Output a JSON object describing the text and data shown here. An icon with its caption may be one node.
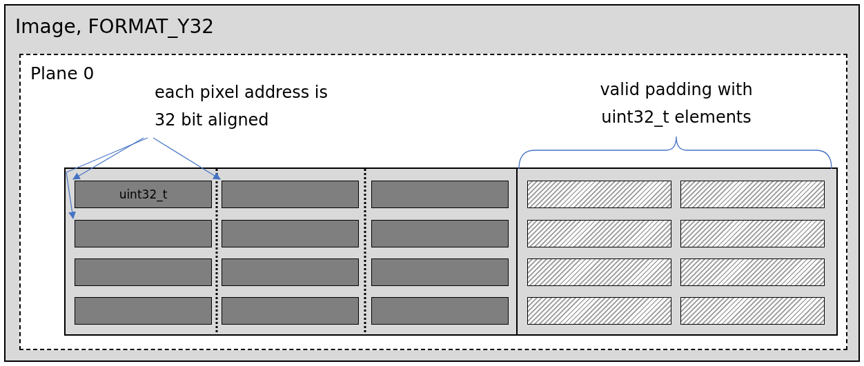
{
  "diagram": {
    "nodes": [
      {
        "text": [
          "Image, FORMAT_Y32"
        ]
      },
      {
        "text": [
          "Plane 0"
        ],
        "in": 0
      },
      {
        "text": [
          "each pixel address is 32 bit aligned"
        ],
        "in": 1
      },
      {
        "text": [],
        "shape": "box",
        "in": 1
      },
      {
        "text": [
          "uint32_t"
        ],
        "in": 3
      },
      {
        "text": [],
        "shape": "box",
        "in": 3
      },
      {
        "text": [],
        "shape": "box",
        "in": 3
      },
      {
        "text": [],
        "shape": "box",
        "in": 3
      },
      {
        "text": [],
        "shape": "box",
        "in": 3
      },
      {
        "text": [],
        "shape": "box",
        "in": 3
      },
      {
        "text": [],
        "shape": "box",
        "in": 3
      },
      {
        "text": [],
        "shape": "box",
        "in": 3
      },
      {
        "text": [],
        "shape": "box",
        "in": 3
      },
      {
        "text": [],
        "shape": "box",
        "in": 3
      },
      {
        "text": [],
        "shape": "box",
        "in": 3
      },
      {
        "text": [],
        "shape": "box",
        "in": 3
      },
      {
        "text": [],
        "shape": "box",
        "in": 3
      },
      {
        "text": [],
        "shape": "box",
        "in": 3
      },
      {
        "text": [],
        "shape": "box",
        "in": 3
      },
      {
        "text": [],
        "shape": "box",
        "in": 3
      },
      {
        "text": [],
        "shape": "box",
        "in": 3
      },
      {
        "text": [],
        "shape": "box",
        "in": 3
      },
      {
        "text": [],
        "shape": "box",
        "in": 3
      },
      {
        "text": [],
        "shape": "box",
        "in": 3
      }
    ],
    "edges": [
      {
        "from": 2,
        "to": 4,
        "arrow": "to"
      },
      {
        "from": 2,
        "to": 5,
        "arrow": "to"
      },
      {
        "from": 2,
        "to": 9,
        "arrow": "to"
      }
    ],
    "labels": [
      "valid padding with uint32_t elements"
    ]
  }
}
